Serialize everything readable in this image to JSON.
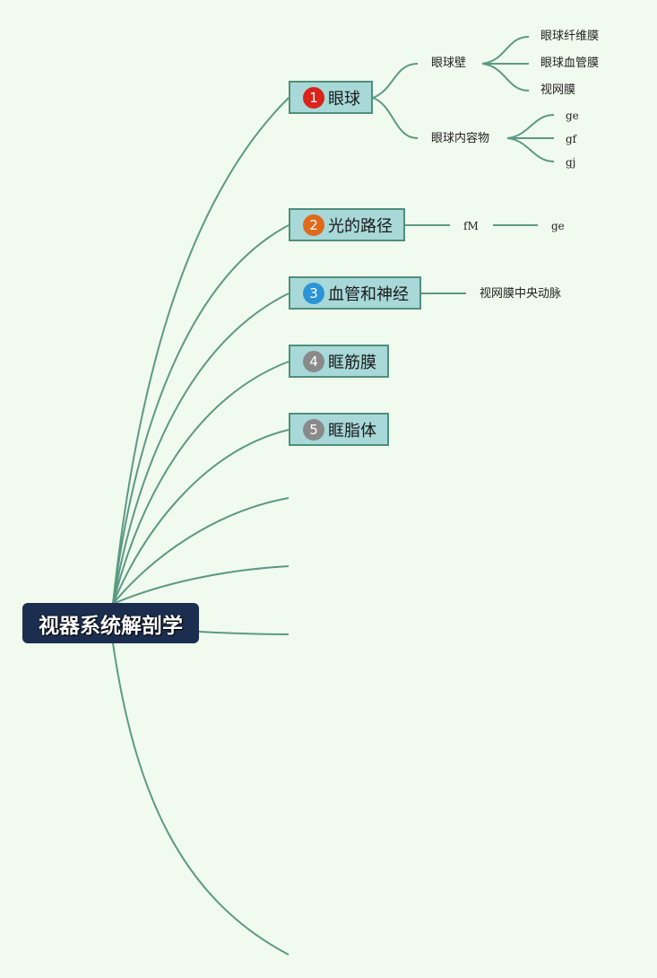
{
  "root": {
    "label": "视器系统解剖学"
  },
  "topics": [
    {
      "number": "1",
      "label": "眼球",
      "badge_color": "#d9231b"
    },
    {
      "number": "2",
      "label": "光的路径",
      "badge_color": "#e06a1b"
    },
    {
      "number": "3",
      "label": "血管和神经",
      "badge_color": "#2b94d6"
    },
    {
      "number": "4",
      "label": "眶筋膜",
      "badge_color": "#8a8a8a"
    },
    {
      "number": "5",
      "label": "眶脂体",
      "badge_color": "#8a8a8a"
    }
  ],
  "subtopics": {
    "eyeball_wall": {
      "label": "眼球壁",
      "children": [
        "眼球纤维膜",
        "眼球血管膜",
        "视网膜"
      ]
    },
    "eyeball_contents": {
      "label": "眼球内容物",
      "children": [
        "ge",
        "gf",
        "gj"
      ]
    },
    "light_path": [
      "fM",
      "ge"
    ],
    "vessels": [
      "视网膜中央动脉"
    ]
  },
  "colors": {
    "background": "#f1faee",
    "line": "#5b9a84",
    "root_fill": "#1c2e4f",
    "topic_fill": "#a8d8d8",
    "topic_border": "#4f8f7c"
  }
}
